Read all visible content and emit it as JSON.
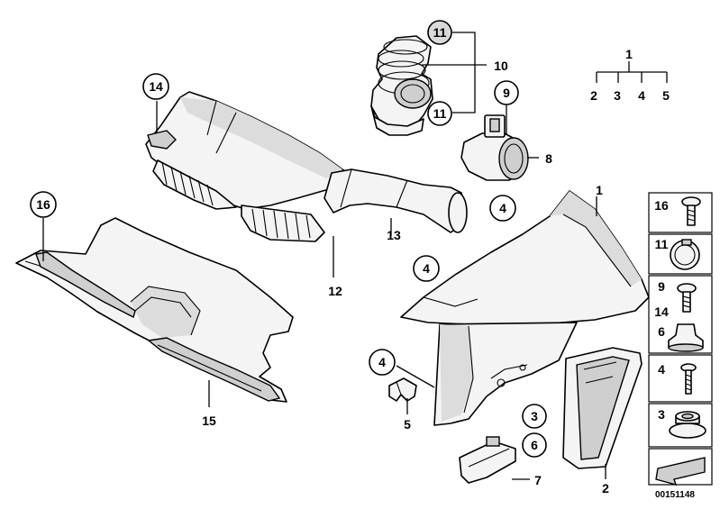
{
  "callouts": {
    "c11a": "11",
    "c11b": "11",
    "c14": "14",
    "c16": "16",
    "c9": "9",
    "c4a": "4",
    "c4b": "4",
    "c4c": "4",
    "c3": "3",
    "c6": "6"
  },
  "labels": {
    "l10": "10",
    "l1_top": "1",
    "l2_top": "2",
    "l3_top": "3",
    "l4_top": "4",
    "l5_top": "5",
    "l8": "8",
    "l13": "13",
    "l12": "12",
    "l1": "1",
    "l15": "15",
    "l5": "5",
    "l7": "7",
    "l2": "2"
  },
  "legend": [
    "16",
    "11",
    "9",
    "14",
    "6",
    "4",
    "3"
  ],
  "diagram_id": "00151148"
}
